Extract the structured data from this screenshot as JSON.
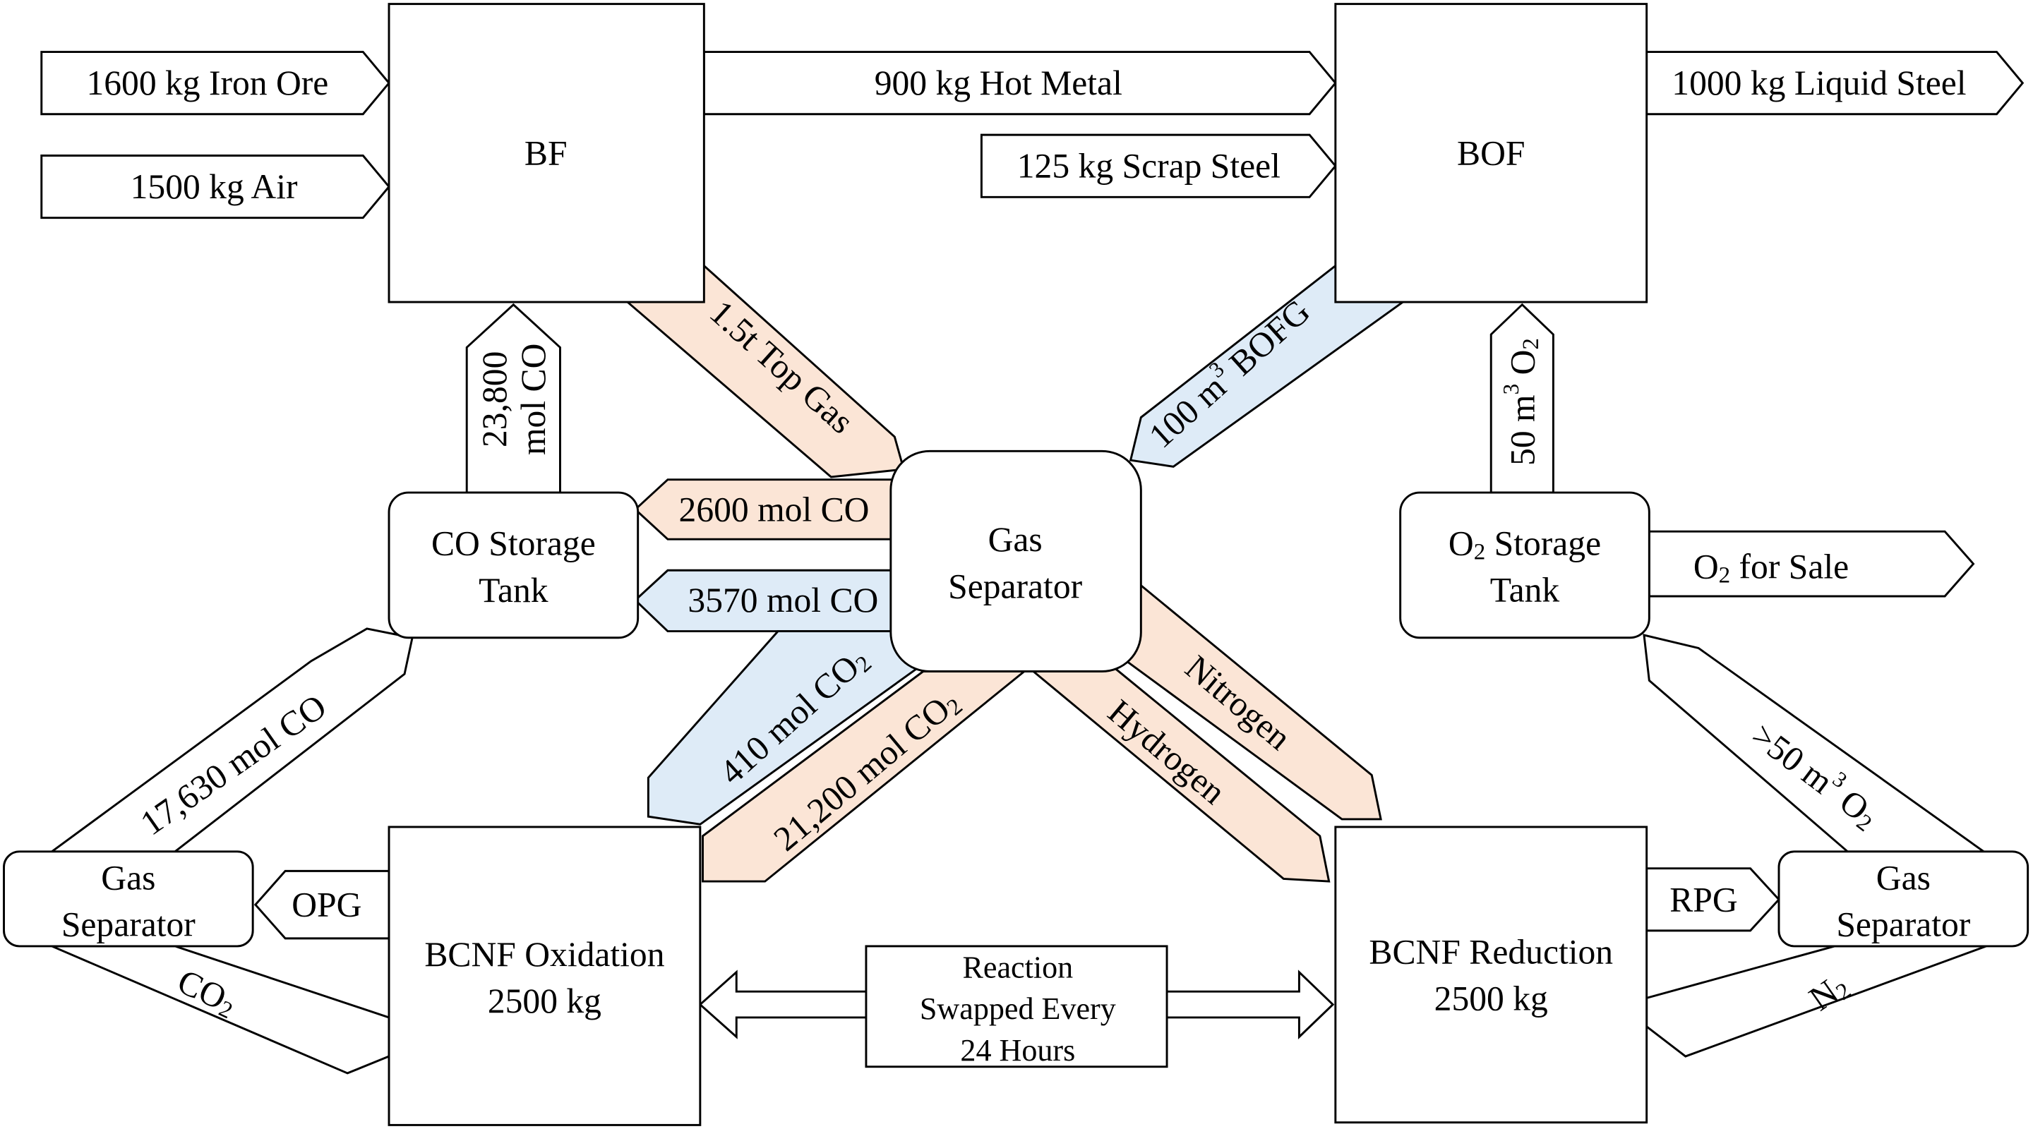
{
  "colors": {
    "peach": "#fbe5d6",
    "blue": "#deebf7",
    "outline": "#000000"
  },
  "nodes": {
    "bf": "BF",
    "bof": "BOF",
    "gas_separator_center": [
      "Gas",
      "Separator"
    ],
    "co_storage": [
      "CO Storage",
      "Tank"
    ],
    "o2_storage": {
      "main": "O",
      "sub": "2",
      "rest": " Storage",
      "line2": "Tank"
    },
    "bcnf_oxidation": [
      "BCNF Oxidation",
      "2500 kg"
    ],
    "bcnf_reduction": [
      "BCNF Reduction",
      "2500 kg"
    ],
    "gas_separator_left": [
      "Gas",
      "Separator"
    ],
    "gas_separator_right": [
      "Gas",
      "Separator"
    ],
    "reaction": [
      "Reaction",
      "Swapped Every",
      "24 Hours"
    ]
  },
  "flows": {
    "iron_ore": "1600 kg Iron Ore",
    "air": "1500 kg Air",
    "hot_metal": "900 kg Hot Metal",
    "scrap_steel": "125 kg Scrap Steel",
    "liquid_steel": "1000 kg Liquid Steel",
    "o2_for_sale": {
      "main": "O",
      "sub": "2",
      "rest": " for Sale"
    },
    "co_23800": [
      "23,800",
      "mol CO"
    ],
    "o2_50": {
      "main": "50 m",
      "sup": "3",
      "mid": " O",
      "sub": "2"
    },
    "co_2600": "2600 mol CO",
    "co_3570": "3570 mol CO",
    "top_gas": "1.5t Top Gas",
    "bofg": {
      "main": "100 m",
      "sup": "3",
      "rest": " BOFG"
    },
    "co2_410": {
      "main": "410 mol CO",
      "sub": "2"
    },
    "co2_21200": {
      "main": "21,200 mol CO",
      "sub": "2"
    },
    "nitrogen": "Nitrogen",
    "hydrogen": "Hydrogen",
    "co_17630": "17,630 mol CO",
    "co2_left": {
      "main": "CO",
      "sub": "2"
    },
    "opg": "OPG",
    "rpg": "RPG",
    "o2_gt50": {
      "main": ">50 m",
      "sup": "3",
      "mid": " O",
      "sub": "2"
    },
    "n2": {
      "main": "N",
      "sub": "2"
    }
  }
}
